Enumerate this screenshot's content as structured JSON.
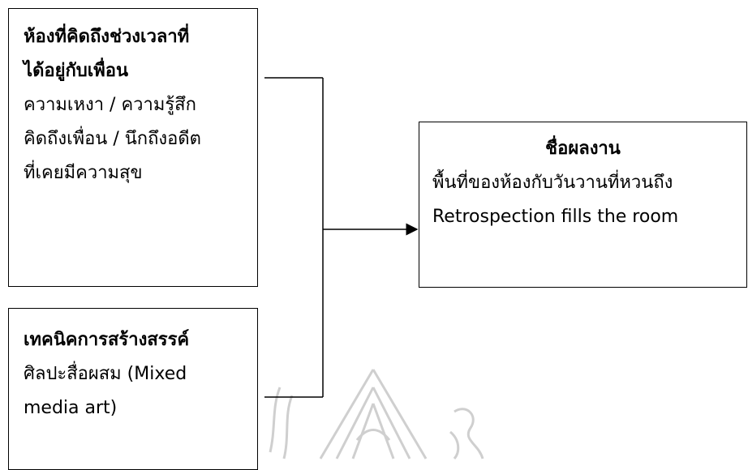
{
  "topic_box": {
    "title_line1": "ห้องที่คิดถึงช่วงเวลาที่",
    "title_line2": "ได้อยู่กับเพื่อน",
    "body_lines": [
      "ความเหงา / ความรู้สึก",
      "คิดถึงเพื่อน / นึกถึงอดีต",
      "ที่เคยมีความสุข"
    ]
  },
  "technique_box": {
    "title": "เทคนิคการสร้างสรรค์",
    "body_lines": [
      "ศิลปะสื่อผสม  (Mixed",
      "media art)"
    ]
  },
  "result_box": {
    "title": "ชื่อผลงาน",
    "body_lines": [
      "พื้นที่ของห้องกับวันวานที่หวนถึง",
      "Retrospection fills the room"
    ]
  }
}
